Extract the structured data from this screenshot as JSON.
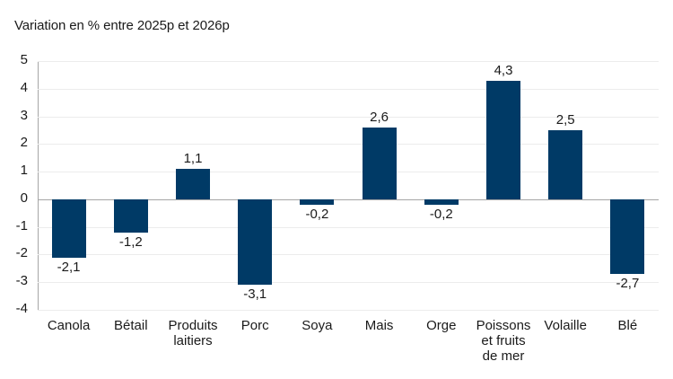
{
  "chart_data": {
    "type": "bar",
    "title": "Variation en % entre 2025p et 2026p",
    "xlabel": "",
    "ylabel": "",
    "ylim": [
      -4,
      5
    ],
    "yticks": [
      5,
      4,
      3,
      2,
      1,
      0,
      -1,
      -2,
      -3,
      -4
    ],
    "grid": true,
    "legend": null,
    "bar_color": "#003A66",
    "categories": [
      "Canola",
      "Bétail",
      "Produits\nlaitiers",
      "Porc",
      "Soya",
      "Mais",
      "Orge",
      "Poissons\net fruits\nde mer",
      "Volaille",
      "Blé"
    ],
    "values": [
      -2.1,
      -1.2,
      1.1,
      -3.1,
      -0.2,
      2.6,
      -0.2,
      4.3,
      2.5,
      -2.7
    ],
    "value_labels": [
      "-2,1",
      "-1,2",
      "1,1",
      "-3,1",
      "-0,2",
      "2,6",
      "-0,2",
      "4,3",
      "2,5",
      "-2,7"
    ]
  }
}
